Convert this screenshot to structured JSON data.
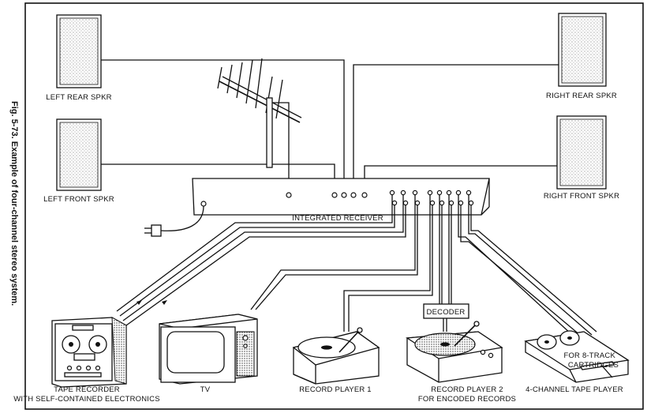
{
  "figure": {
    "caption": "Fig. 5-73. Example of four-channel stereo system."
  },
  "speakers": {
    "left_rear": "LEFT REAR SPKR",
    "right_rear": "RIGHT REAR SPKR",
    "left_front": "LEFT FRONT SPKR",
    "right_front": "RIGHT FRONT SPKR"
  },
  "receiver": {
    "label": "INTEGRATED RECEIVER"
  },
  "decoder": {
    "label": "DECODER"
  },
  "devices": {
    "tape_recorder_line1": "TAPE RECORDER",
    "tape_recorder_line2": "WITH SELF-CONTAINED ELECTRONICS",
    "tv": "TV",
    "record_player_1": "RECORD PLAYER 1",
    "record_player_2_line1": "RECORD PLAYER 2",
    "record_player_2_line2": "FOR ENCODED RECORDS",
    "tape_player": "4-CHANNEL TAPE PLAYER",
    "cartridges_line1": "FOR 8-TRACK",
    "cartridges_line2": "CARTRIDGES"
  }
}
